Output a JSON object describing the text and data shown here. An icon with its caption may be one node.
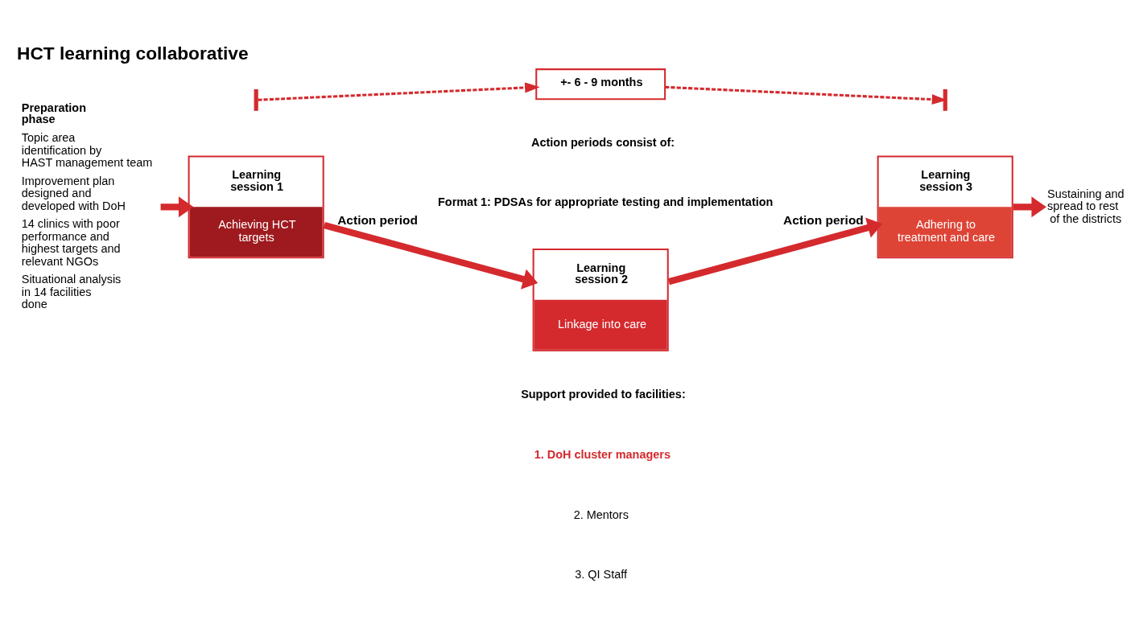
{
  "diagram": {
    "title": "HCT learning collaborative",
    "nodes": [
      {
        "text": [
          "Preparation phase",
          "Topic area identification by HAST management team",
          "Improvement plan designed and developed with DoH",
          "14 clinics with poor performance and highest targets and relevant NGOs",
          "Situational analysis in 14 facilities done"
        ]
      },
      {
        "text": [
          "Learning session 1",
          "Achieving HCT targets"
        ]
      },
      {
        "text": [
          "Learning session 2",
          "Linkage into care"
        ]
      },
      {
        "text": [
          "Learning session 3",
          "Adhering to treatment and care"
        ]
      },
      {
        "text": [
          "Sustaining and spread to rest of the districts"
        ]
      },
      {
        "text": [
          "+- 6 - 9 months"
        ]
      }
    ],
    "edges": [
      {
        "from": 0,
        "to": 1,
        "arrow": "to"
      },
      {
        "from": 1,
        "to": 2,
        "arrow": "to",
        "label": "Action period"
      },
      {
        "from": 2,
        "to": 3,
        "arrow": "to",
        "label": "Action period"
      },
      {
        "from": 3,
        "to": 4,
        "arrow": "to"
      },
      {
        "from": null,
        "to": 5,
        "arrow": "to",
        "style": "dashed"
      },
      {
        "from": 5,
        "to": null,
        "arrow": "to",
        "style": "dashed"
      }
    ],
    "labels": [
      "Action periods consist of:",
      "Format 1: PDSAs for appropriate testing and implementation",
      "Support provided to facilities:",
      "1. DoH cluster managers",
      "2. Mentors",
      "3. QI Staff"
    ]
  }
}
